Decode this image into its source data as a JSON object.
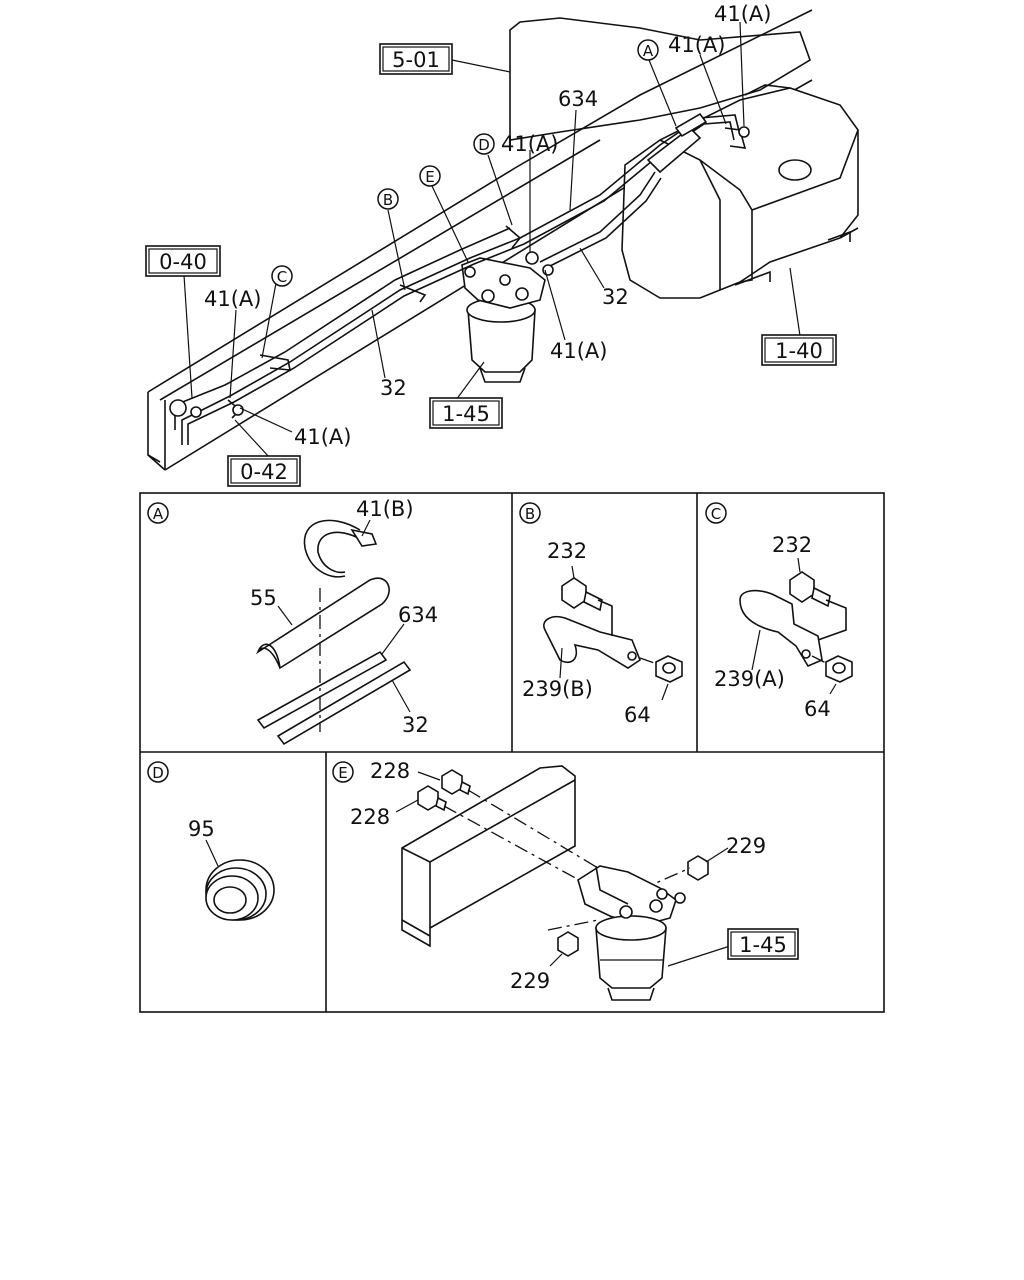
{
  "callouts": {
    "c_5_01": "5-01",
    "c_0_40": "0-40",
    "c_0_42": "0-42",
    "c_1_40": "1-40",
    "c_1_45_top": "1-45",
    "c_1_45_e": "1-45"
  },
  "labels": {
    "p41a_1": "41(A)",
    "p41a_2": "41(A)",
    "p41a_3": "41(A)",
    "p41a_4": "41(A)",
    "p41a_5": "41(A)",
    "p41a_6": "41(A)",
    "p634_top": "634",
    "p32_a": "32",
    "p32_b": "32",
    "p41b": "41(B)",
    "p55": "55",
    "p634_a": "634",
    "p32_c": "32",
    "p232_b": "232",
    "p239b": "239(B)",
    "p64_b": "64",
    "p232_c": "232",
    "p239a": "239(A)",
    "p64_c": "64",
    "p95": "95",
    "p228_a": "228",
    "p228_b": "228",
    "p229_a": "229",
    "p229_b": "229"
  },
  "markers": {
    "A": "A",
    "B": "B",
    "C": "C",
    "D": "D",
    "E": "E"
  }
}
